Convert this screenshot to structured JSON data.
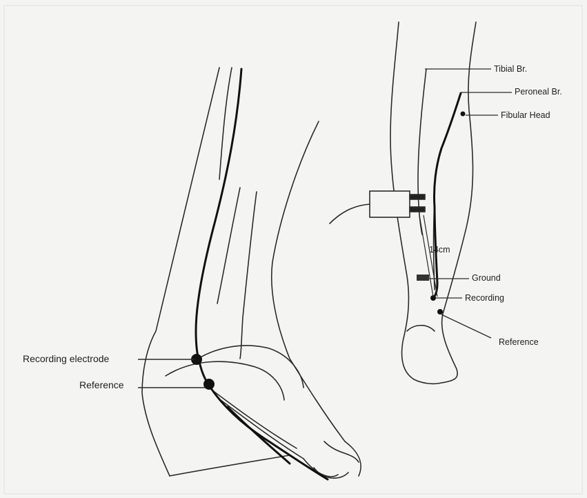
{
  "labels": {
    "tibial_br": "Tibial Br.",
    "peroneal_br": "Peroneal Br.",
    "fibular_head": "Fibular Head",
    "distance": "14cm",
    "ground": "Ground",
    "recording": "Recording",
    "reference_right": "Reference",
    "recording_electrode": "Recording electrode",
    "reference_left": "Reference"
  },
  "colors": {
    "paper": "#f4f4f2",
    "line": "#2a2a2a",
    "nerve": "#111111"
  }
}
